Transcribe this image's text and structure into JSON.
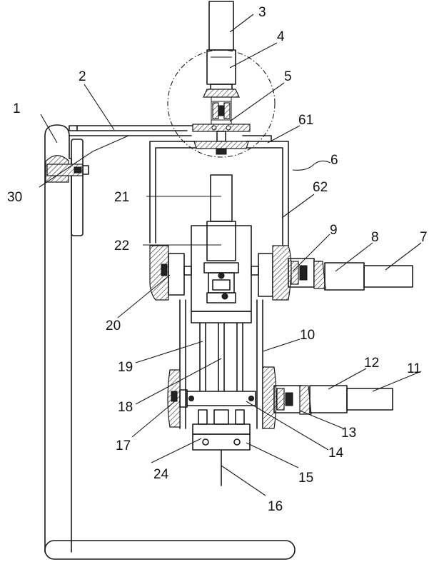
{
  "figure": {
    "labels": [
      {
        "id": "1",
        "text": "1"
      },
      {
        "id": "2",
        "text": "2"
      },
      {
        "id": "3",
        "text": "3"
      },
      {
        "id": "4",
        "text": "4"
      },
      {
        "id": "5",
        "text": "5"
      },
      {
        "id": "61",
        "text": "61"
      },
      {
        "id": "6",
        "text": "6"
      },
      {
        "id": "30",
        "text": "30"
      },
      {
        "id": "21",
        "text": "21"
      },
      {
        "id": "62",
        "text": "62"
      },
      {
        "id": "22",
        "text": "22"
      },
      {
        "id": "9",
        "text": "9"
      },
      {
        "id": "8",
        "text": "8"
      },
      {
        "id": "7",
        "text": "7"
      },
      {
        "id": "20",
        "text": "20"
      },
      {
        "id": "10",
        "text": "10"
      },
      {
        "id": "19",
        "text": "19"
      },
      {
        "id": "12",
        "text": "12"
      },
      {
        "id": "11",
        "text": "11"
      },
      {
        "id": "18",
        "text": "18"
      },
      {
        "id": "13",
        "text": "13"
      },
      {
        "id": "17",
        "text": "17"
      },
      {
        "id": "14",
        "text": "14"
      },
      {
        "id": "24",
        "text": "24"
      },
      {
        "id": "15",
        "text": "15"
      },
      {
        "id": "16",
        "text": "16"
      }
    ]
  }
}
